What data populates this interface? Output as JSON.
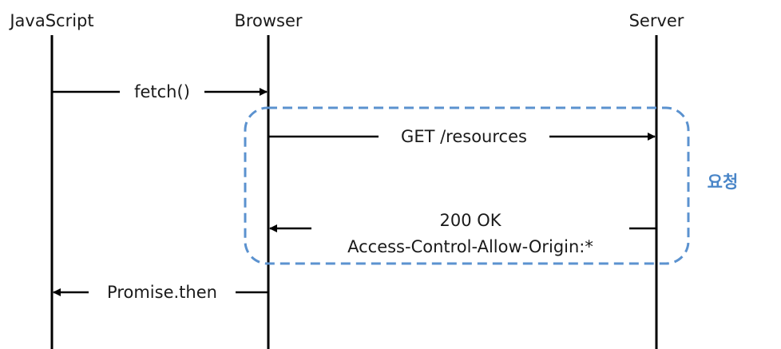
{
  "participants": [
    {
      "id": "javascript",
      "label": "JavaScript"
    },
    {
      "id": "browser",
      "label": "Browser"
    },
    {
      "id": "server",
      "label": "Server"
    }
  ],
  "messages": [
    {
      "id": "fetch",
      "label": "fetch()",
      "from": "javascript",
      "to": "browser"
    },
    {
      "id": "get",
      "label": "GET /resources",
      "from": "browser",
      "to": "server"
    },
    {
      "id": "ok",
      "label": "200 OK",
      "label2": "Access-Control-Allow-Origin:*",
      "from": "server",
      "to": "browser"
    },
    {
      "id": "promise",
      "label": "Promise.then",
      "from": "browser",
      "to": "javascript"
    }
  ],
  "group": {
    "label": "요청",
    "color": "#5b92cf"
  }
}
